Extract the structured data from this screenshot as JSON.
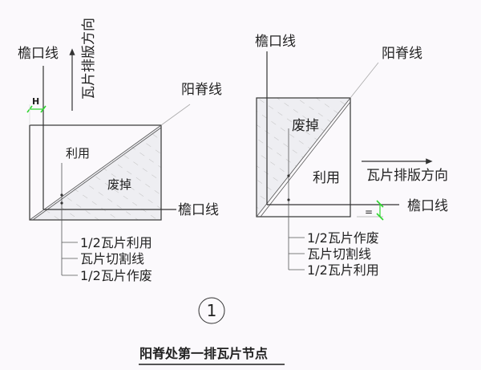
{
  "diagram": {
    "title": "阳脊处第一排瓦片节点",
    "detail_number": "1",
    "colors": {
      "background": "#fbf9fc",
      "line": "#333333",
      "hatch": "#bbbbbb",
      "dimension_marker": "#2dd62d",
      "underline": "#555555"
    },
    "left_node": {
      "eave_line_top_label": "檐口线",
      "layout_direction_label": "瓦片排版方向",
      "ridge_line_label": "阳脊线",
      "dimension_label": "H",
      "used_region_label": "利用",
      "waste_region_label": "废掉",
      "eave_line_side_label": "檐口线",
      "callouts": [
        "1/2瓦片利用",
        "瓦片切割线",
        "1/2瓦片作废"
      ]
    },
    "right_node": {
      "eave_line_top_label": "檐口线",
      "ridge_line_label": "阳脊线",
      "waste_region_label": "废掉",
      "used_region_label": "利用",
      "layout_direction_label": "瓦片排版方向",
      "eave_line_side_label": "檐口线",
      "callouts": [
        "1/2瓦片作废",
        "瓦片切割线",
        "1/2瓦片利用"
      ]
    }
  }
}
